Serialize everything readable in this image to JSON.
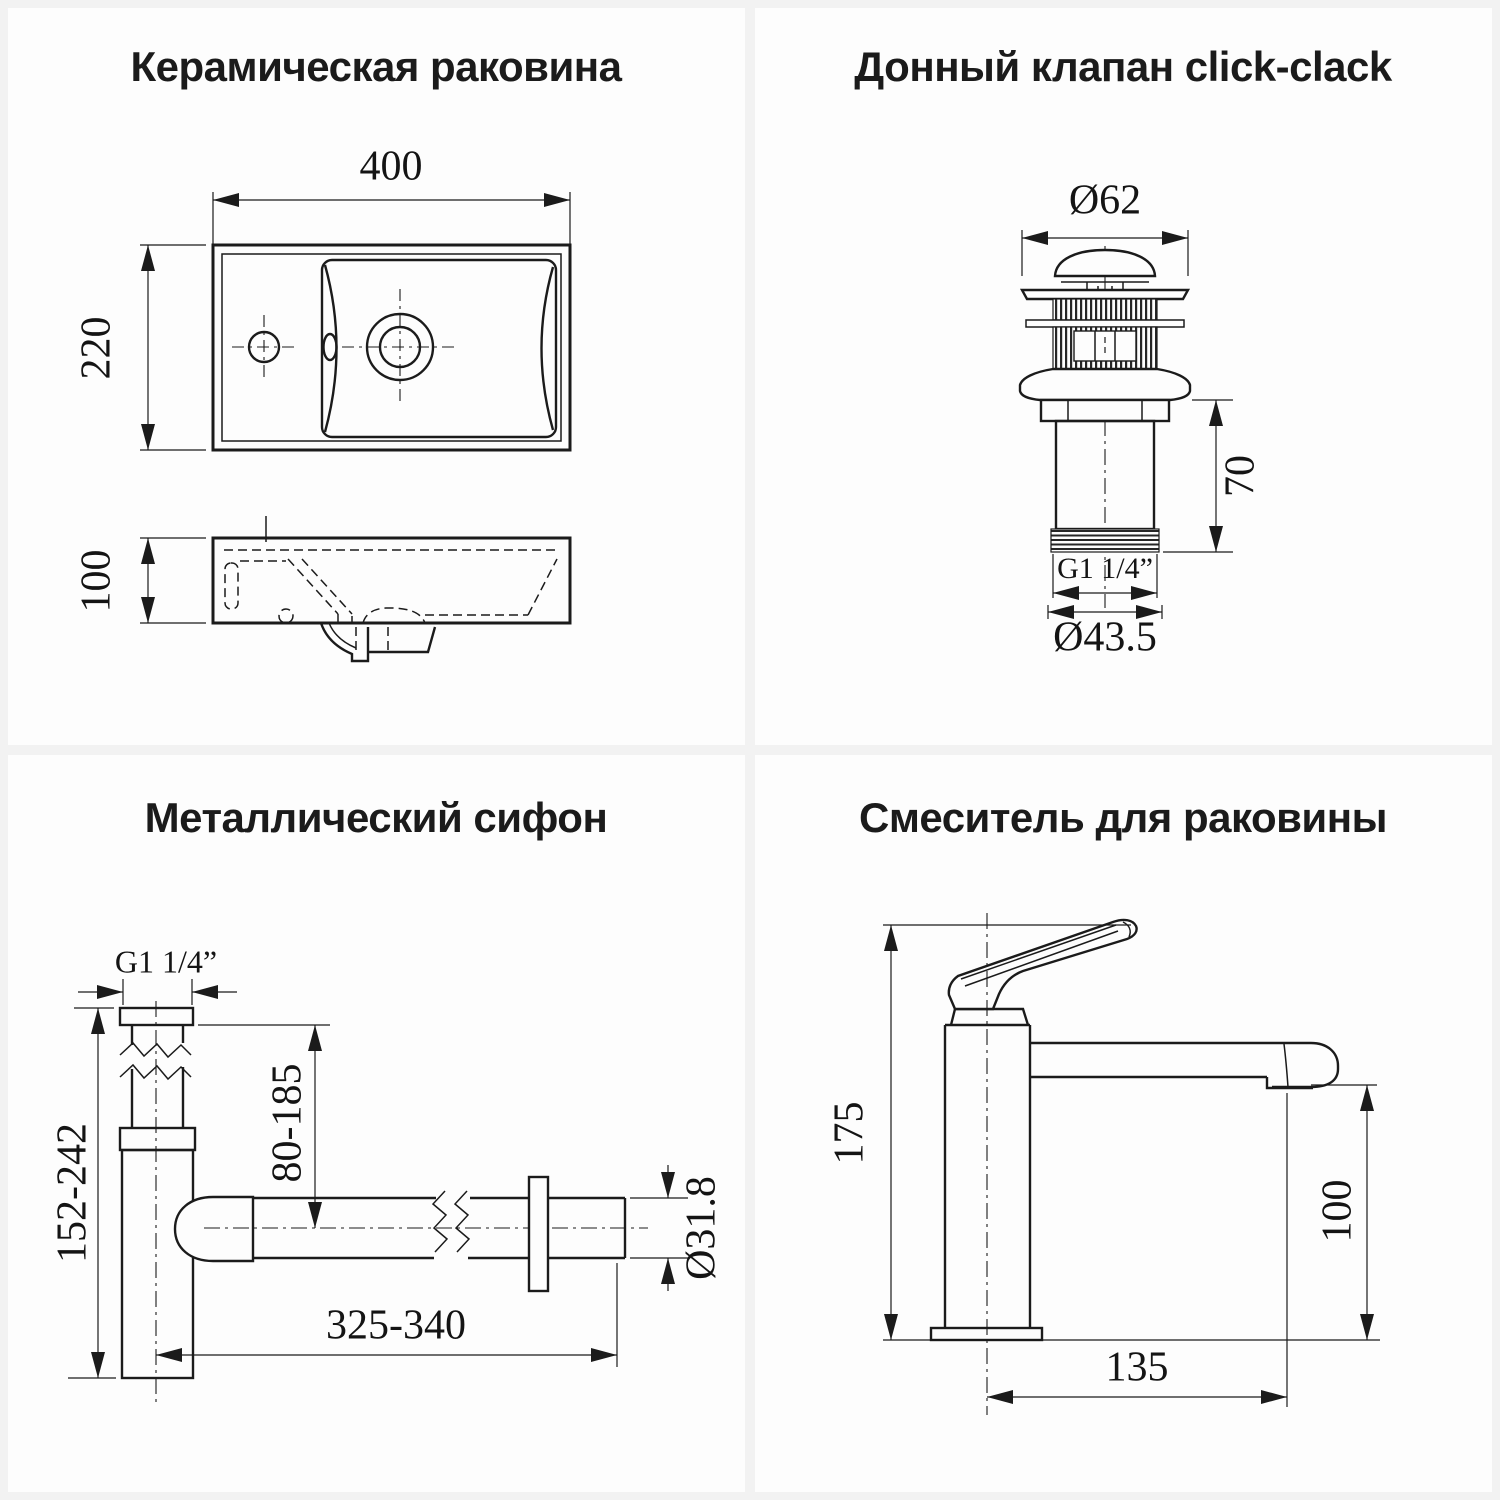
{
  "page": {
    "background": "#f2f2f2",
    "card_background": "#fdfdfd",
    "line_color": "#1b1b1b"
  },
  "quadrants": {
    "sink": {
      "title": "Керамическая раковина",
      "dims": {
        "width": "400",
        "depth": "220",
        "height": "100"
      }
    },
    "valve": {
      "title": "Донный клапан click-clack",
      "dims": {
        "cap_diameter": "Ø62",
        "body_height": "70",
        "thread": "G1 1/4”",
        "thread_diameter": "Ø43.5"
      }
    },
    "siphon": {
      "title": "Металлический сифон",
      "dims": {
        "thread": "G1 1/4”",
        "height_range": "152-242",
        "inlet_height_range": "80-185",
        "length_range": "325-340",
        "pipe_diameter": "Ø31.8"
      }
    },
    "faucet": {
      "title": "Смеситель для раковины",
      "dims": {
        "total_height": "175",
        "spout_height": "100",
        "spout_reach": "135"
      }
    }
  }
}
